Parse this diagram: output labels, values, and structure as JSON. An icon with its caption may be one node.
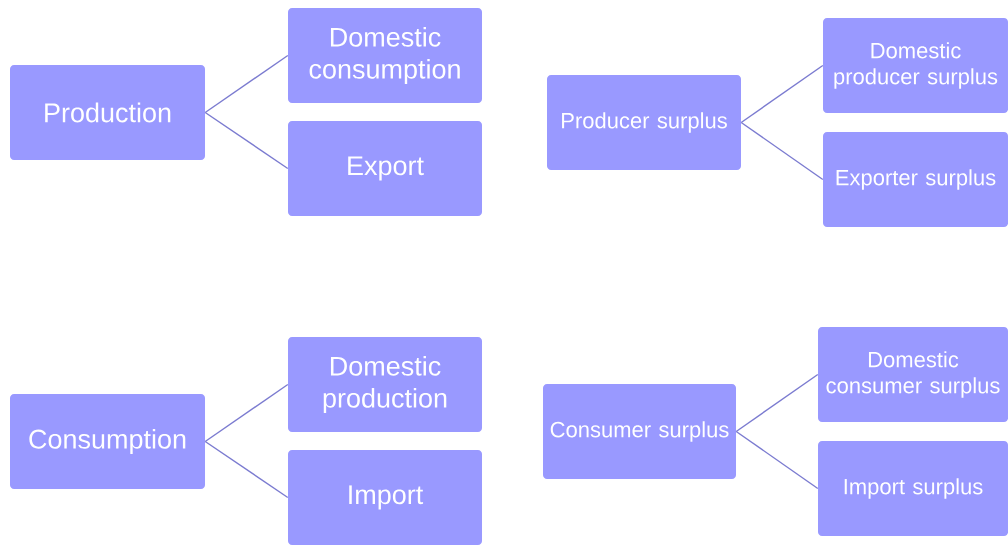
{
  "diagram": {
    "nodes": [
      {
        "text": [
          "Production"
        ]
      },
      {
        "text": [
          "Domestic consumption"
        ]
      },
      {
        "text": [
          "Export"
        ]
      },
      {
        "text": [
          "Producer surplus"
        ]
      },
      {
        "text": [
          "Domestic producer surplus"
        ]
      },
      {
        "text": [
          "Exporter surplus"
        ]
      },
      {
        "text": [
          "Consumption"
        ]
      },
      {
        "text": [
          "Domestic production"
        ]
      },
      {
        "text": [
          "Import"
        ]
      },
      {
        "text": [
          "Consumer surplus"
        ]
      },
      {
        "text": [
          "Domestic consumer surplus"
        ]
      },
      {
        "text": [
          "Import surplus"
        ]
      }
    ],
    "edges": [
      {
        "from": 0,
        "to": 1,
        "arrow": "none"
      },
      {
        "from": 0,
        "to": 2,
        "arrow": "none"
      },
      {
        "from": 3,
        "to": 4,
        "arrow": "none"
      },
      {
        "from": 3,
        "to": 5,
        "arrow": "none"
      },
      {
        "from": 6,
        "to": 7,
        "arrow": "none"
      },
      {
        "from": 6,
        "to": 8,
        "arrow": "none"
      },
      {
        "from": 9,
        "to": 10,
        "arrow": "none"
      },
      {
        "from": 9,
        "to": 11,
        "arrow": "none"
      }
    ]
  }
}
